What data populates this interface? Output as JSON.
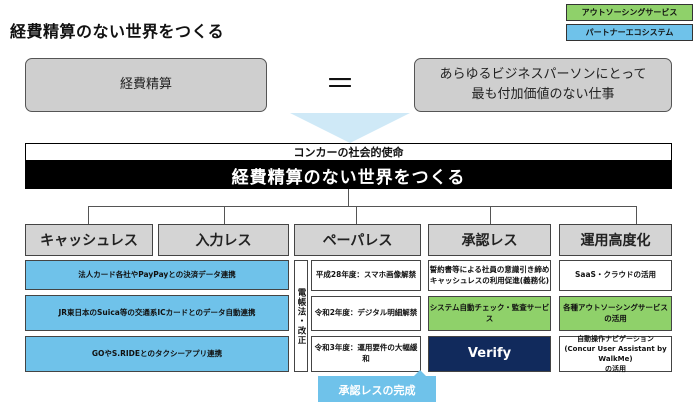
{
  "title": "経費精算のない世界をつくる",
  "legend": {
    "outsourcing": "アウトソーシングサービス",
    "partner": "パートナーエコシステム"
  },
  "equation": {
    "left": "経費精算",
    "equals": "＝",
    "right": "あらゆるビジネスパーソンにとって\n最も付加価値のない仕事"
  },
  "mission": {
    "label": "コンカーの社会的使命",
    "statement": "経費精算のない世界をつくる"
  },
  "pillars": {
    "cashless": "キャッシュレス",
    "input_less": "入力レス",
    "paperless": "ペーパレス",
    "approval_less": "承認レス",
    "ops": "運用高度化"
  },
  "cashless_items": [
    "法人カード各社やPayPayとの決済データ連携",
    "JR東日本のSuica等の交通系ICカードとのデータ自動連携",
    "GOやS.RIDEとのタクシーアプリ連携"
  ],
  "paperless": {
    "law_label": "電帳法・改正",
    "items": [
      "平成28年度：スマホ画像解禁",
      "令和2年度：デジタル明細解禁",
      "令和3年度：運用要件の大幅緩和"
    ]
  },
  "approval_items": {
    "pledge": "誓約書等による社員の意識引き締め\nキャッシュレスの利用促進(義務化)",
    "system_check": "システム自動チェック・監査サービス",
    "verify": "Verify"
  },
  "ops_items": {
    "saas": "SaaS・クラウドの活用",
    "outsourcing": "各種アウトソーシングサービスの活用",
    "walkme": "自動操作ナビゲーション\n(Concur User Assistant by WalkMe)\nの活用"
  },
  "callout": "承認レスの完成",
  "colors": {
    "blue": "#6fc2ea",
    "green": "#8fd16a",
    "navy": "#112a5c",
    "gray": "#cfcfcf",
    "arrow": "#cfe9f7"
  }
}
